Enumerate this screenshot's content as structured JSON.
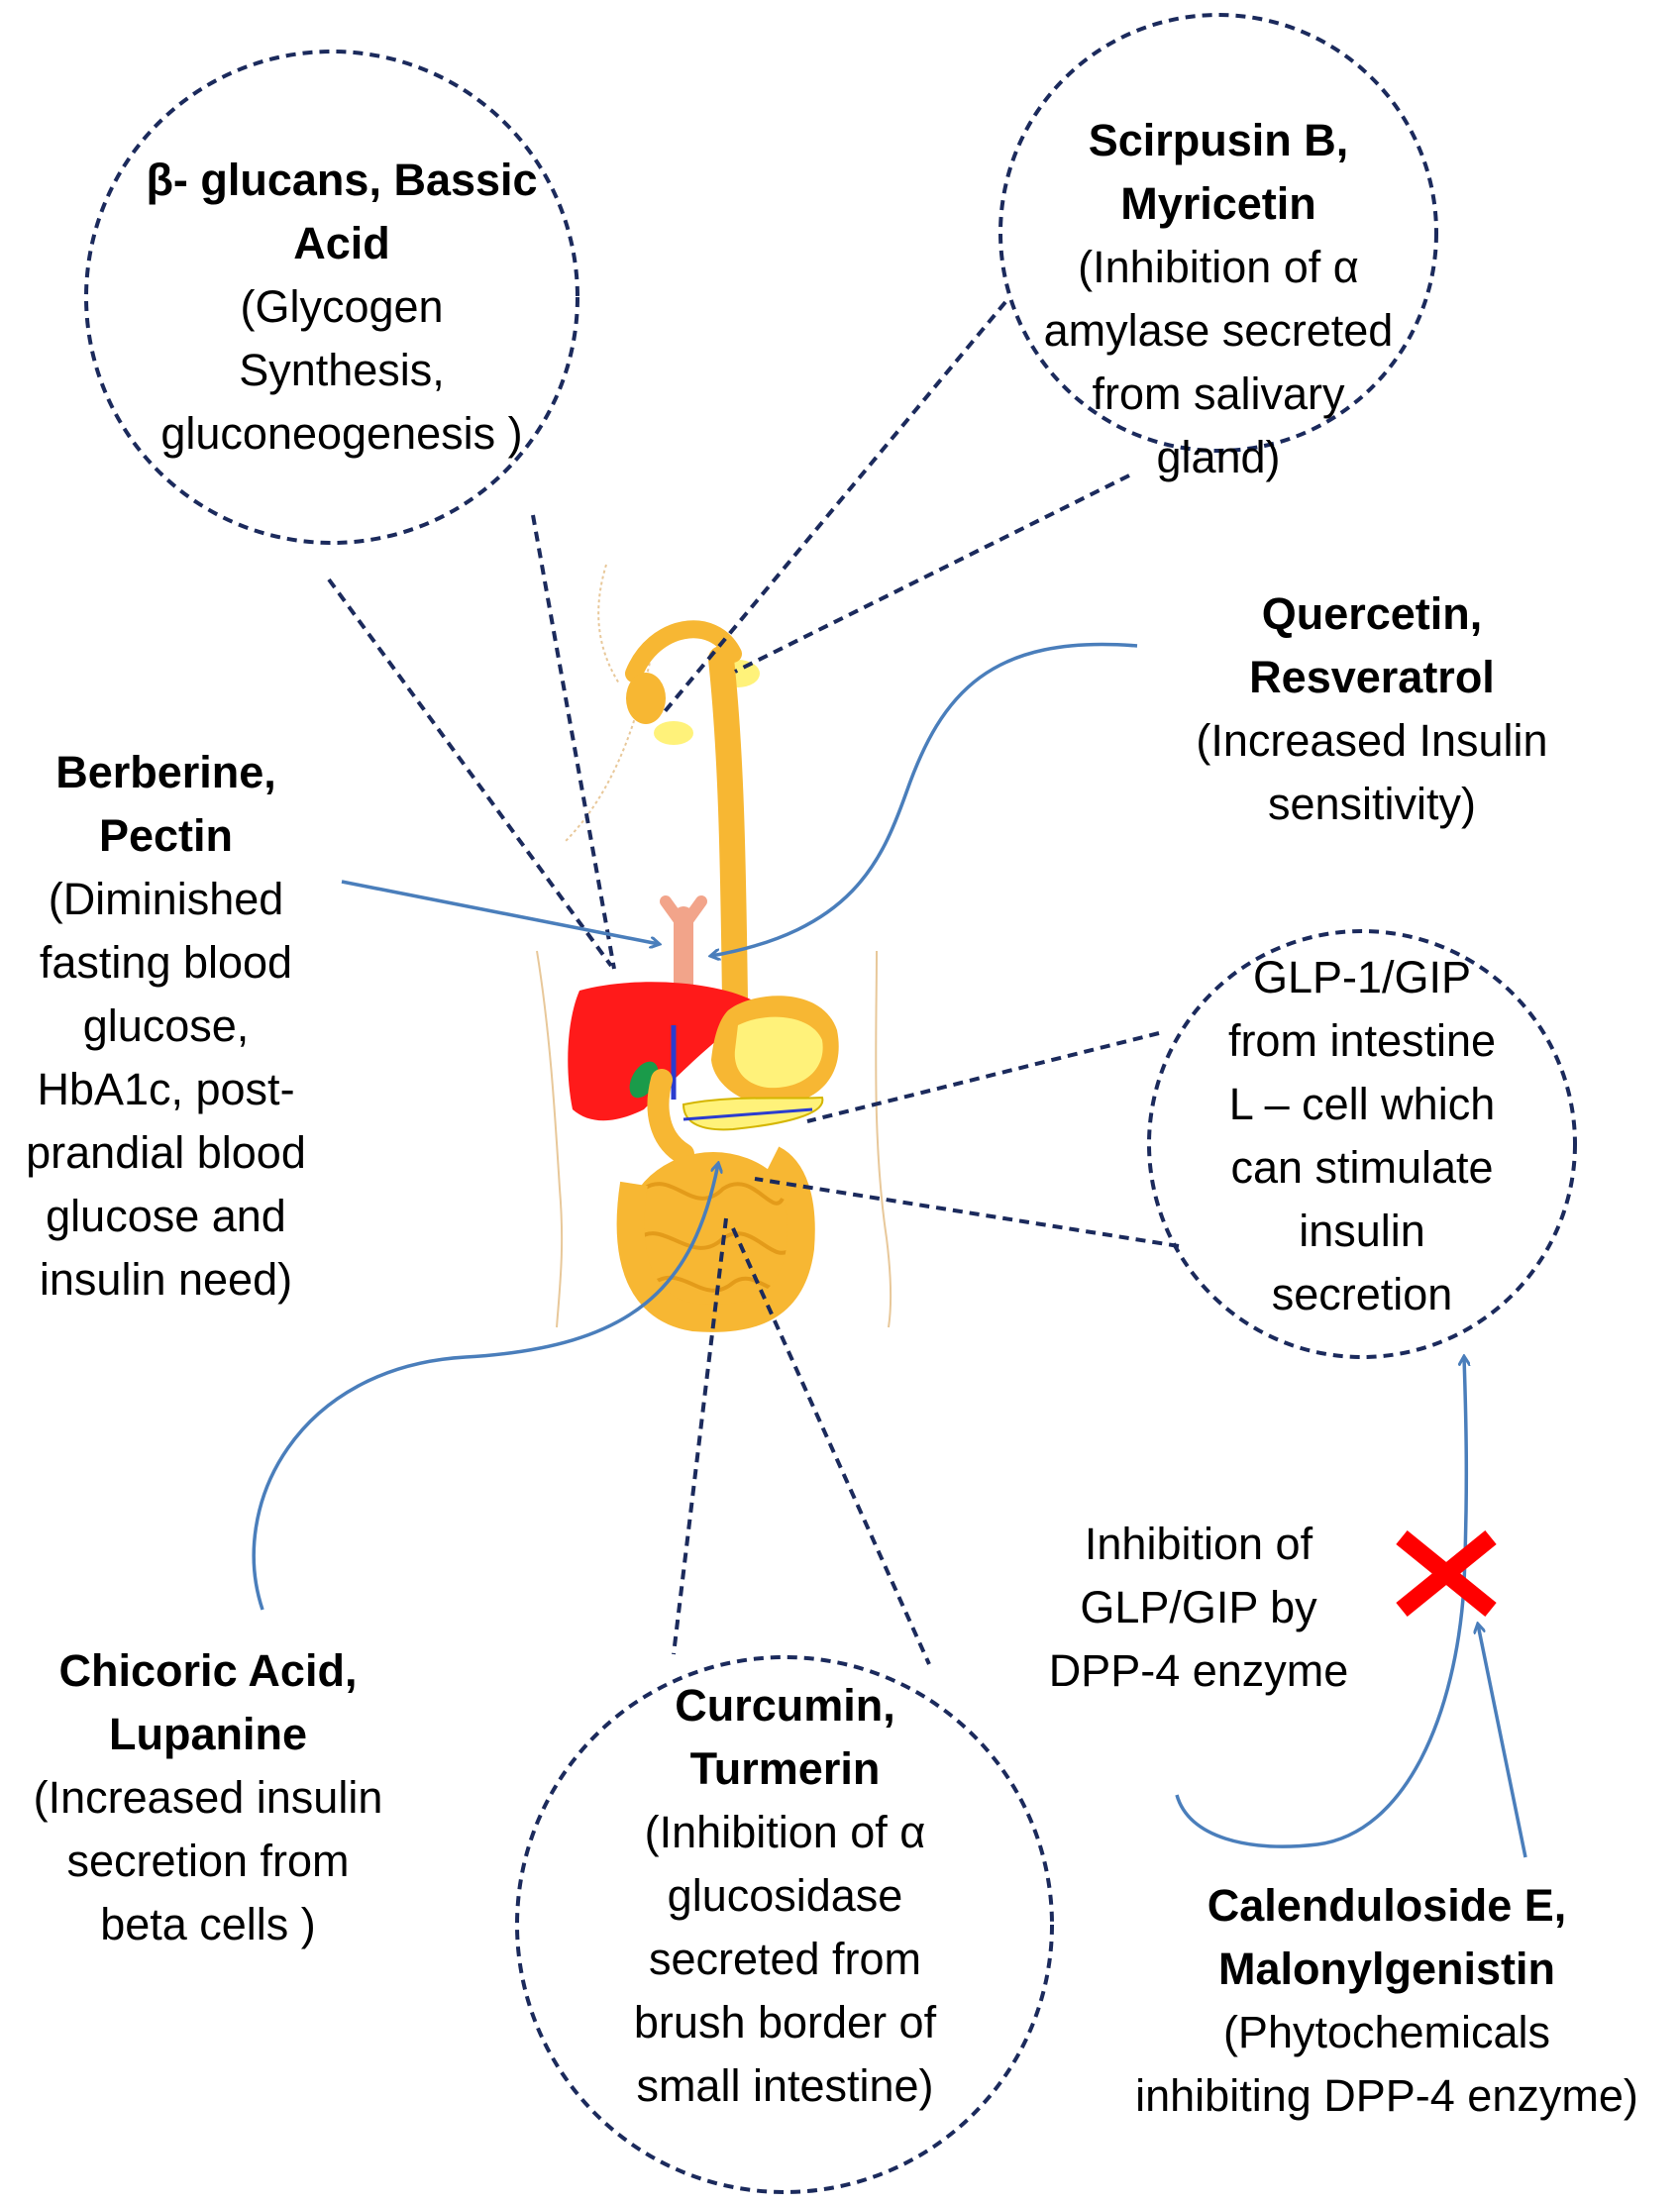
{
  "colors": {
    "circle_stroke": "#1b2a5c",
    "arrow": "#4a7ebb",
    "x_mark": "#ff0000",
    "liver": "#ff1a1a",
    "digestive_tract": "#f7b733",
    "pancreas": "#fff27a",
    "skin_outline": "#e8c89a"
  },
  "icons": {
    "blocked": "red-x-mark-icon",
    "anatomy": "digestive-system-illustration"
  },
  "labels": {
    "beta_glucans": {
      "title": [
        "β- glucans, Bassic",
        "Acid"
      ],
      "body": [
        "(Glycogen",
        "Synthesis,",
        "gluconeogenesis )"
      ]
    },
    "scirpusin": {
      "title": [
        "Scirpusin B,",
        "Myricetin"
      ],
      "body": [
        "(Inhibition of α",
        "amylase secreted",
        "from salivary",
        "gland)"
      ]
    },
    "quercetin": {
      "title": [
        "Quercetin,",
        "Resveratrol"
      ],
      "body": [
        "(Increased Insulin",
        "sensitivity)"
      ]
    },
    "berberine": {
      "title": [
        "Berberine,",
        "Pectin"
      ],
      "body": [
        "(Diminished",
        "fasting  blood",
        "glucose,",
        "HbA1c, post-",
        "prandial blood",
        "glucose and",
        "insulin need)"
      ]
    },
    "glp1": {
      "title": [],
      "body": [
        "GLP-1/GIP",
        "from intestine",
        "L – cell which",
        "can stimulate",
        "insulin",
        "secretion"
      ]
    },
    "dpp4": {
      "title": [],
      "body": [
        "Inhibition of",
        "GLP/GIP by",
        "DPP-4 enzyme"
      ]
    },
    "chicoric": {
      "title": [
        "Chicoric Acid,",
        "Lupanine"
      ],
      "body": [
        "(Increased insulin",
        "secretion from",
        "beta cells )"
      ]
    },
    "curcumin": {
      "title": [
        "Curcumin,",
        "Turmerin"
      ],
      "body": [
        "(Inhibition of α",
        "glucosidase",
        "secreted from",
        "brush border of",
        "small intestine)"
      ]
    },
    "calenduloside": {
      "title": [
        "Calenduloside E,",
        "Malonylgenistin"
      ],
      "body": [
        "(Phytochemicals",
        "inhibiting DPP-4 enzyme)"
      ]
    }
  }
}
